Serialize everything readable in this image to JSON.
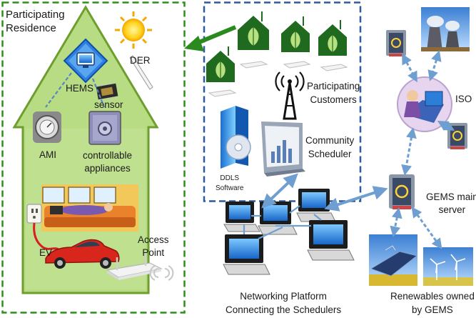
{
  "colors": {
    "residence_border": "#2f8f1c",
    "house_fill": "#b8dc84",
    "house_border": "#6d9e2e",
    "community_border": "#2d5b9b",
    "arrow_blue": "#6f9fd0",
    "arrow_green": "#2b8a1e",
    "ev_cable": "#d81f1f"
  },
  "icons": [
    "sun-icon",
    "hems-monitor-icon",
    "sensor-chip-icon",
    "ami-meter-icon",
    "appliance-safe-icon",
    "sofa-scene-icon",
    "power-outlet-icon",
    "ev-car-icon",
    "access-point-router-icon",
    "wifi-waves-icon",
    "leaf-house-icon",
    "wireless-router-icon",
    "antenna-tower-icon",
    "software-box-icon",
    "scheduler-monitor-icon",
    "computer-terminal-icon",
    "server-icon",
    "power-plant-icon",
    "iso-operator-icon",
    "solar-panels-icon",
    "wind-turbines-icon"
  ],
  "labels": {
    "participating_residence": "Participating\nResidence",
    "der": "DER",
    "hems": "HEMS",
    "sensor": "sensor",
    "ami": "AMI",
    "controllable_appliances": "controllable\nappliances",
    "ev": "EV",
    "access_point": "Access\nPoint",
    "participating_customers": "Participating\nCustomers",
    "ddls_software": "DDLS\nSoftware",
    "community_scheduler": "Community\nScheduler",
    "iso": "ISO",
    "gems_main_server": "GEMS main\nserver",
    "networking_platform": "Networking Platform\nConnecting the Schedulers",
    "renewables": "Renewables owned\nby GEMS"
  }
}
